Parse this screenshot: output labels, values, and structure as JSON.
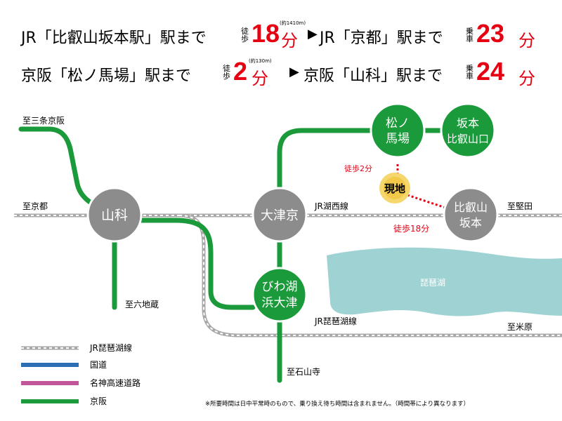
{
  "headline": {
    "row1": {
      "left_label": "JR「比叡山坂本駅」駅まで",
      "left_mode": "徒歩",
      "left_value": "18",
      "left_unit": "分",
      "left_note": "(約1410m)",
      "arrow": "▶",
      "right_label": "JR「京都」駅まで",
      "right_mode": "乗車",
      "right_value": "23",
      "right_unit": "分"
    },
    "row2": {
      "left_label": "京阪「松ノ馬場」駅まで",
      "left_mode": "徒歩",
      "left_value": "2",
      "left_unit": "分",
      "left_note": "(約130m)",
      "arrow": "▶",
      "right_label": "京阪「山科」駅まで",
      "right_mode": "乗車",
      "right_value": "24",
      "right_unit": "分"
    }
  },
  "map": {
    "directions": {
      "sanjo_keihan": "至三条京阪",
      "kyoto": "至京都",
      "katata": "至堅田",
      "rokujizo": "至六地蔵",
      "ishiyamadera": "至石山寺",
      "maibara": "至米原"
    },
    "stations": {
      "yamashina": "山科",
      "otsukyo": "大津京",
      "biwako_hamaotsu_1": "びわ湖",
      "biwako_hamaotsu_2": "浜大津",
      "matsunobaba_1": "松ノ",
      "matsunobaba_2": "馬場",
      "sakamoto_hieizanguchi_1": "坂本",
      "sakamoto_hieizanguchi_2": "比叡山口",
      "hieizan_sakamoto_1": "比叡山",
      "hieizan_sakamoto_2": "坂本"
    },
    "current_location": "現地",
    "walk_to_matsunobaba": "徒歩2分",
    "walk_to_hieizan": "徒歩18分",
    "line_labels": {
      "jr_kosei": "JR湖西線",
      "jr_biwako": "JR琵琶湖線"
    },
    "lake_label": "琵琶湖"
  },
  "legend": {
    "items": [
      {
        "label": "JR琵琶湖線",
        "color": "#9e9e9e"
      },
      {
        "label": "国道",
        "color": "#2a6db5"
      },
      {
        "label": "名神高速道路",
        "color": "#c2559c"
      },
      {
        "label": "京阪",
        "color": "#1a9a3a"
      }
    ]
  },
  "footnote": "※所要時間は日中平常時のもので、乗り換え待ち時間は含まれません。（時間帯により異なります）",
  "colors": {
    "accent_red": "#e60012",
    "keihan_green": "#1a9a3a",
    "station_gray": "#8c8c8c",
    "lake": "#9fd3d3",
    "location": "#f5d76e"
  }
}
